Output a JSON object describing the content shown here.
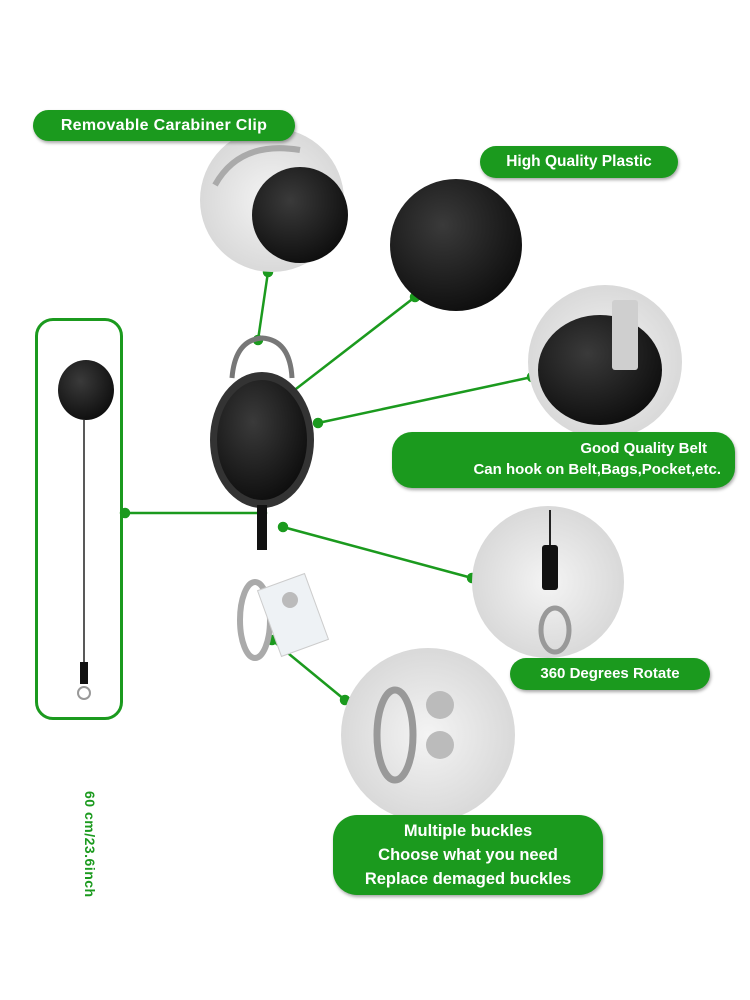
{
  "labels": {
    "carabiner": "Removable  Carabiner Clip",
    "plastic": "High Quality Plastic",
    "belt_line1": "Good Quality Belt",
    "belt_line2": "Can hook on Belt,Bags,Pocket,etc.",
    "rotate": "360 Degrees Rotate",
    "buckles_line1": "Multiple buckles",
    "buckles_line2": "Choose what you need",
    "buckles_line3": "Replace demaged buckles"
  },
  "length": "60 cm/23.6inch",
  "colors": {
    "accent": "#1b9a1e",
    "product": "#1a1a1a"
  }
}
